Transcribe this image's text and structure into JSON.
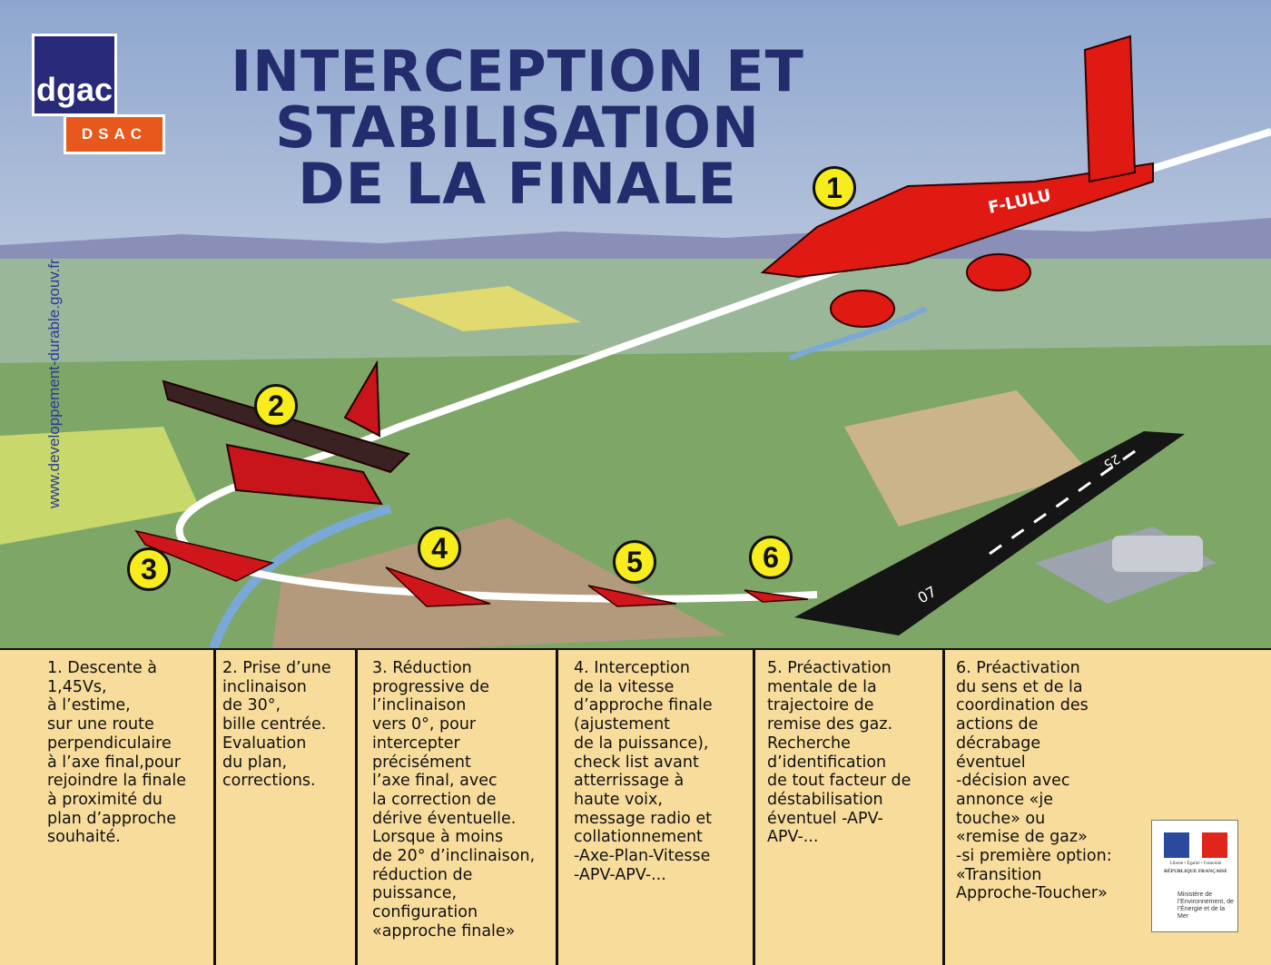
{
  "logo": {
    "name": "dgac",
    "sub": "DSAC"
  },
  "title": [
    "INTERCEPTION ET",
    "STABILISATION",
    "DE LA FINALE"
  ],
  "url": "www.developpement-durable.gouv.fr",
  "aircraft_registration": "F-LULU",
  "runway_numbers": [
    "25",
    "07"
  ],
  "markers": [
    "1",
    "2",
    "3",
    "4",
    "5",
    "6"
  ],
  "steps": [
    "1. Descente à\n1,45Vs,\nà l’estime,\nsur une route\nperpendiculaire\nà l’axe final,pour\nrejoindre la finale\nà proximité du\nplan d’approche\nsouhaité.",
    "2. Prise d’une\ninclinaison\nde 30°,\nbille centrée.\nEvaluation\ndu plan,\ncorrections.",
    "3. Réduction\nprogressive de\nl’inclinaison\nvers 0°, pour\nintercepter\nprécisément\nl’axe final, avec\nla correction de\ndérive éventuelle.\nLorsque à moins\nde 20° d’inclinaison,\nréduction de\npuissance,\nconfiguration\n«approche finale»",
    "4. Interception\nde la vitesse\nd’approche finale\n(ajustement\nde la puissance),\ncheck list avant\natterrissage à\nhaute voix,\nmessage radio et\ncollationnement\n-Axe-Plan-Vitesse\n-APV-APV-...",
    "5. Préactivation\nmentale de la\ntrajectoire de\nremise des gaz.\nRecherche\nd’identification\nde tout facteur de\ndéstabilisation\néventuel -APV-\nAPV-...",
    "6. Préactivation\ndu sens et de la\ncoordination des\nactions de\ndécrabage\néventuel\n-décision avec\nannonce «je\ntouche» ou\n«remise de gaz»\n-si première option:\n«Transition\nApproche-Toucher»"
  ],
  "republic": {
    "motto": "Liberté • Égalité • Fraternité",
    "name": "RÉPUBLIQUE FRANÇAISE",
    "ministry": "Ministère de l’Environnement, de l’Énergie et de la Mer"
  }
}
